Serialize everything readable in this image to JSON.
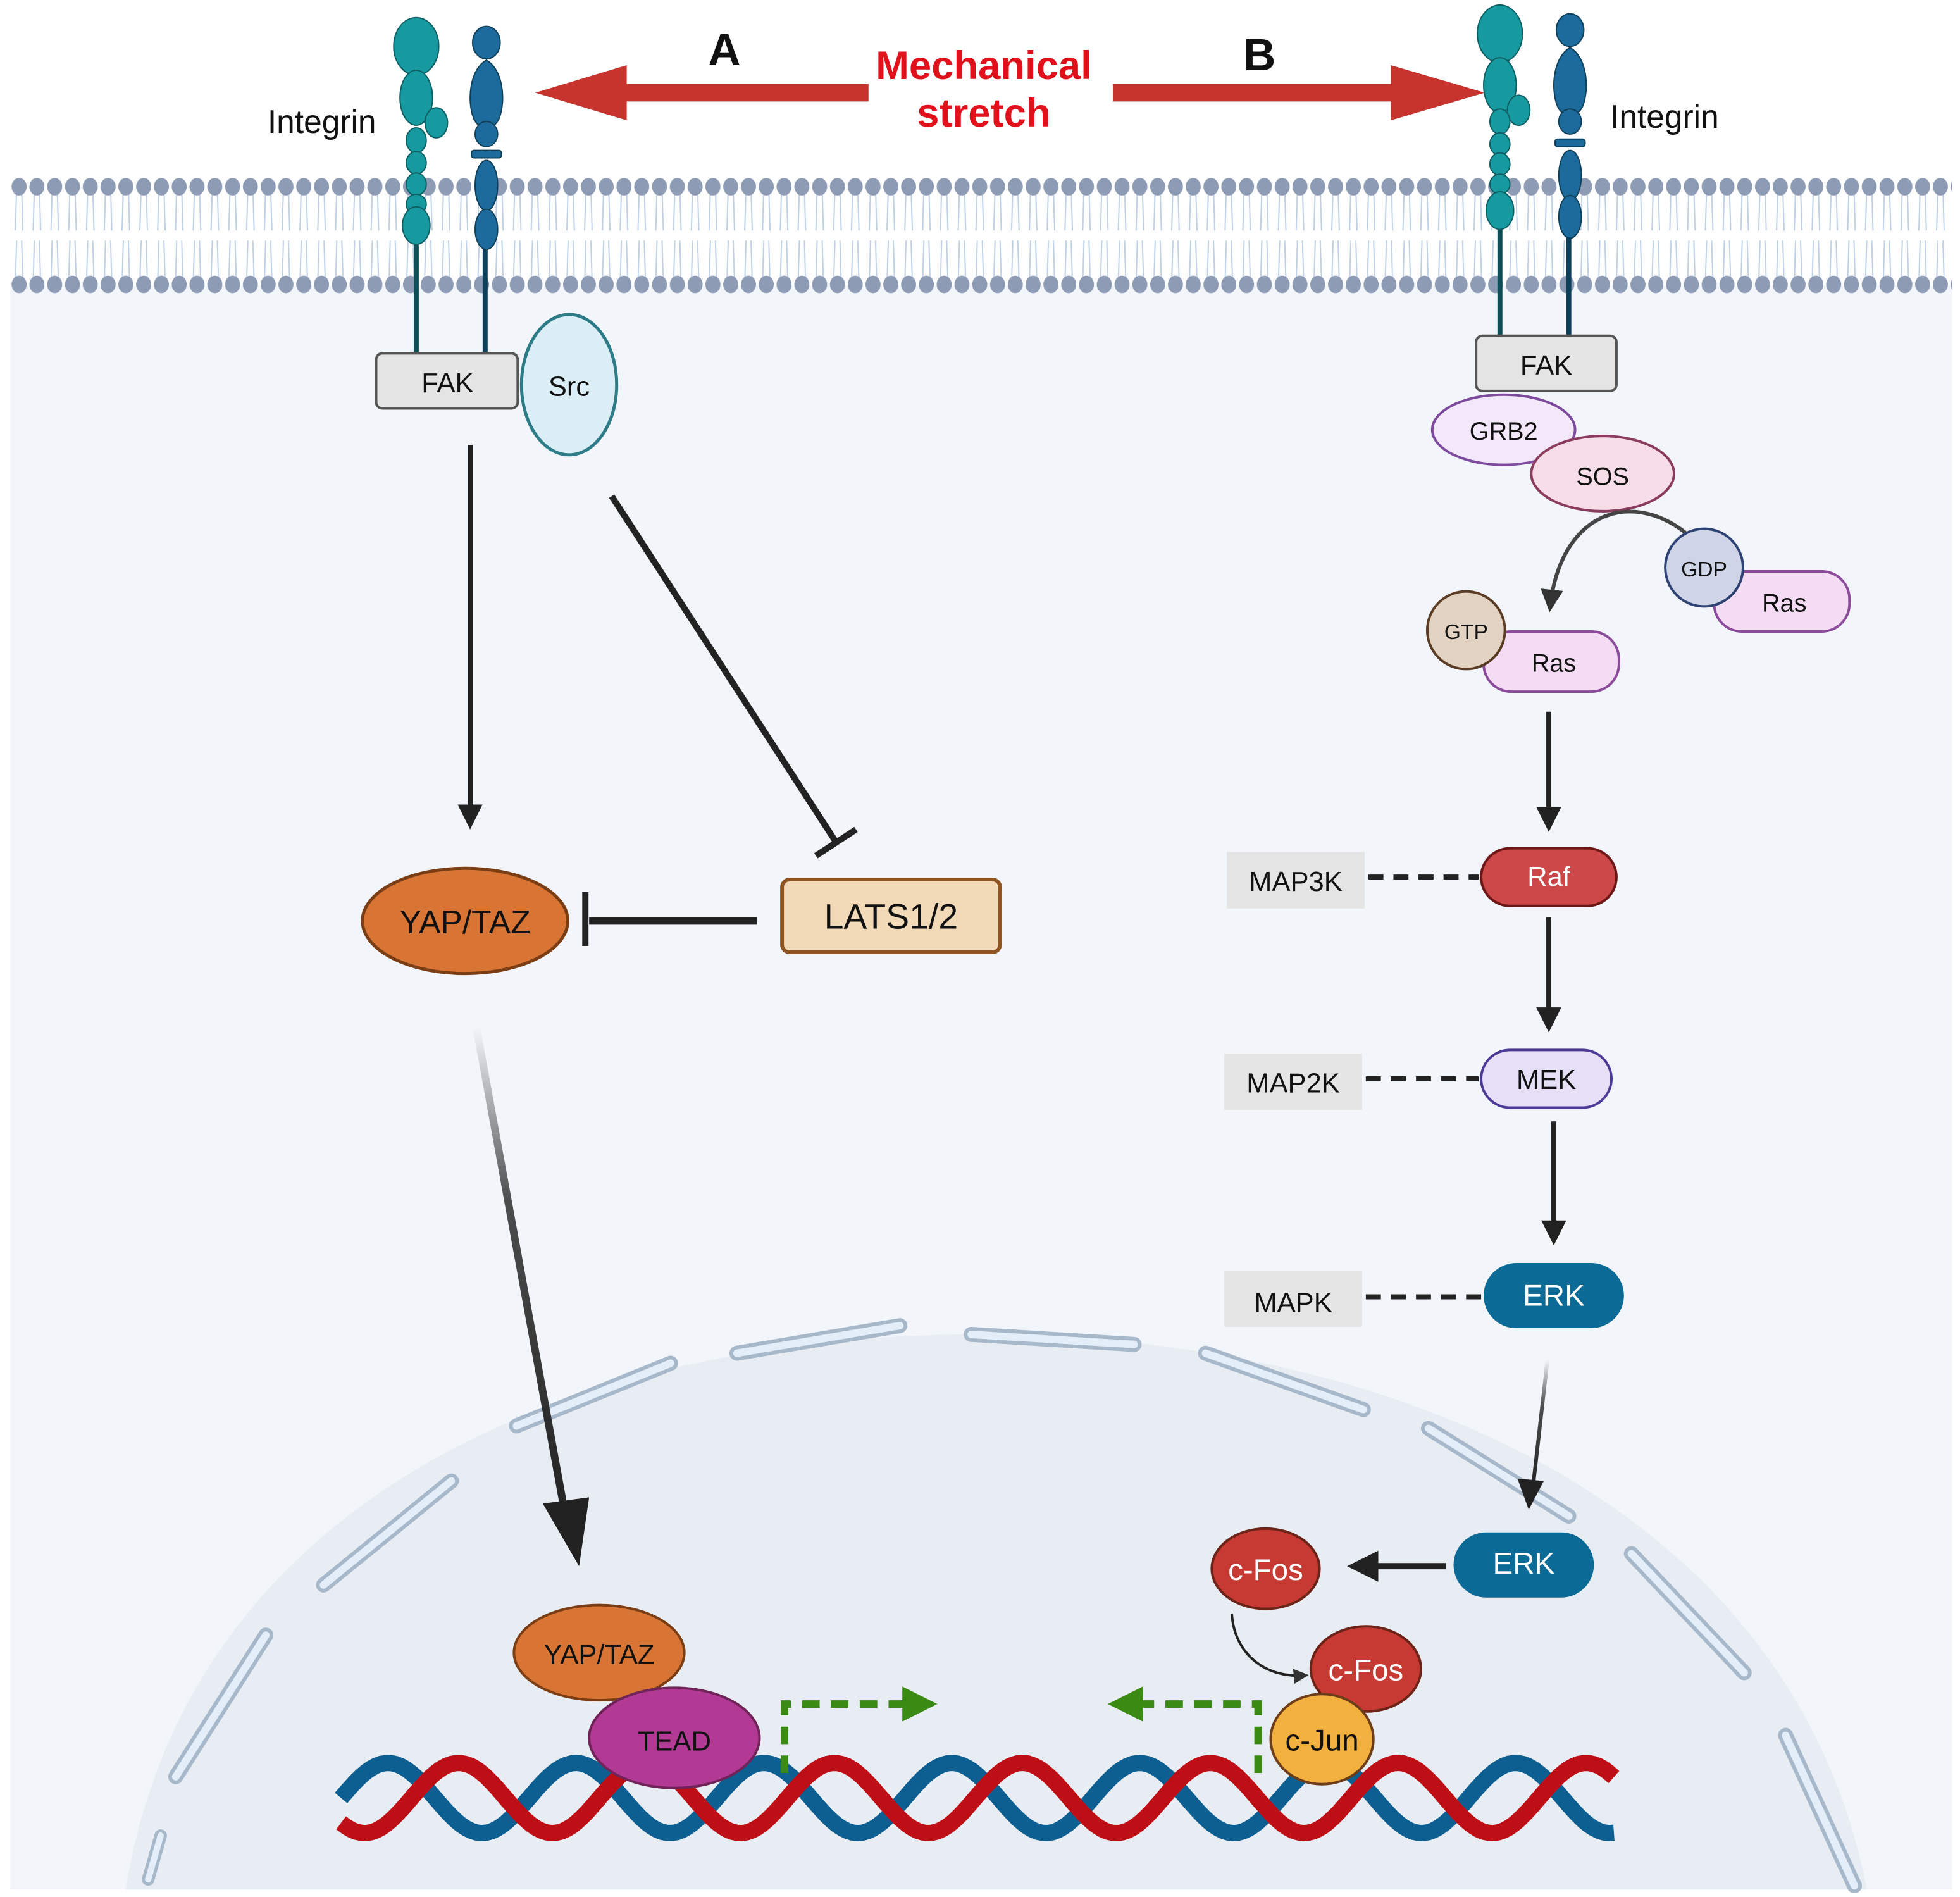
{
  "title": {
    "stimulus_line1": "Mechanical",
    "stimulus_line2": "stretch",
    "panel_a": "A",
    "panel_b": "B"
  },
  "colors": {
    "stimulus_arrow": "#c6342d",
    "stimulus_text": "#e0111b",
    "cytoplasm": "#f2f6fb",
    "nucleus": "#e8edf3",
    "membrane_head": "#8d9bb5",
    "integrin_alpha": "#16999f",
    "integrin_beta": "#1d6a9c",
    "yap_taz": "#d87535",
    "tead": "#b23a94",
    "raf": "#cc4848",
    "erk": "#0c6a96",
    "cfos": "#c63a33",
    "cjun": "#f2b03f",
    "dna_red": "#be0e16",
    "dna_blue": "#0e5f91",
    "transcription_arrow": "#3b8a14"
  },
  "pathway_a": {
    "integrin_label": "Integrin",
    "fak": "FAK",
    "src": "Src",
    "yap_taz": "YAP/TAZ",
    "lats": "LATS1/2",
    "nuclear_yap_taz": "YAP/TAZ",
    "tead": "TEAD"
  },
  "pathway_b": {
    "integrin_label": "Integrin",
    "fak": "FAK",
    "grb2": "GRB2",
    "sos": "SOS",
    "gdp": "GDP",
    "ras_inactive": "Ras",
    "gtp": "GTP",
    "ras_active": "Ras",
    "cascade": [
      {
        "class_label": "MAP3K",
        "protein": "Raf"
      },
      {
        "class_label": "MAP2K",
        "protein": "MEK"
      },
      {
        "class_label": "MAPK",
        "protein": "ERK"
      }
    ],
    "nuclear_erk": "ERK",
    "cfos": "c-Fos",
    "cfos_bound": "c-Fos",
    "cjun": "c-Jun"
  }
}
